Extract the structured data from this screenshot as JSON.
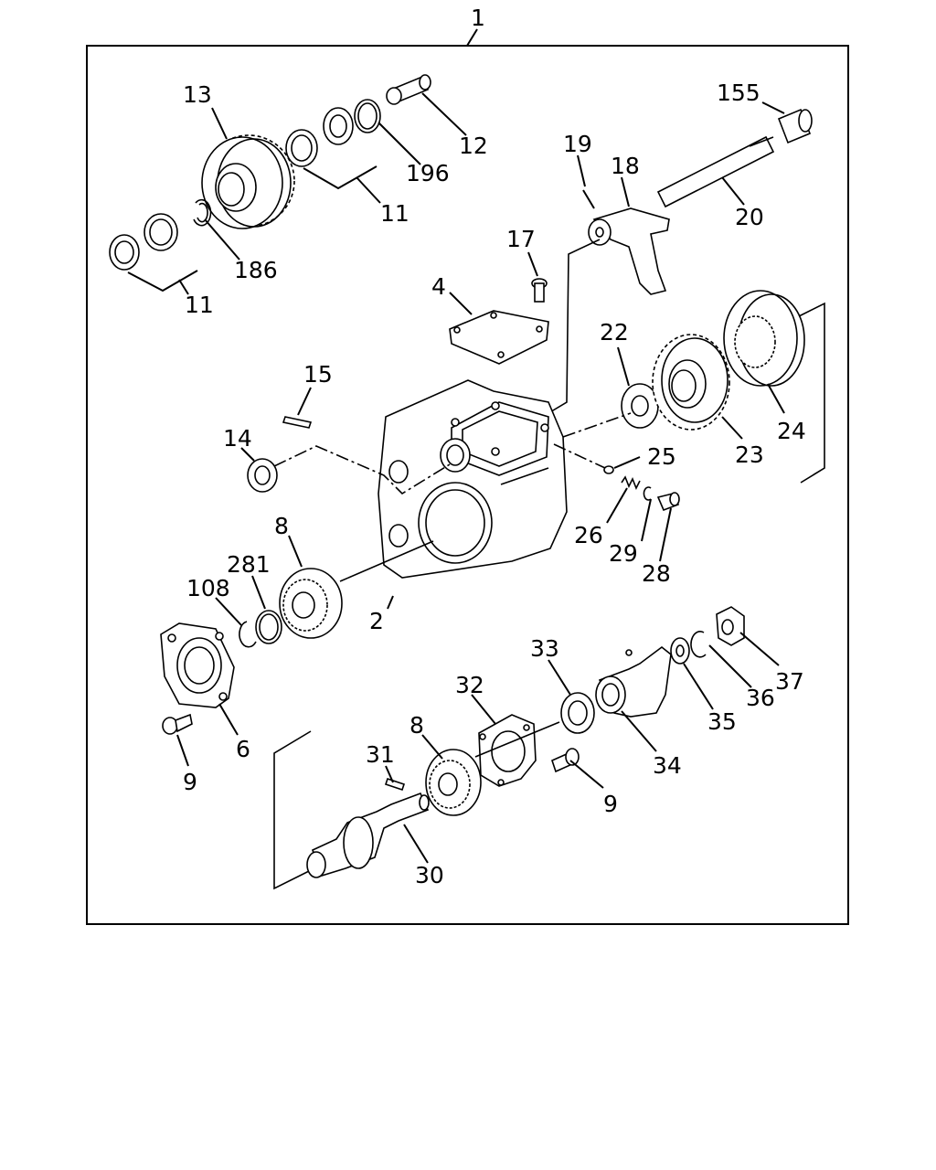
{
  "diagram": {
    "assembly_number": "1",
    "callouts": {
      "c2": "2",
      "c4": "4",
      "c6": "6",
      "c8a": "8",
      "c8b": "8",
      "c9a": "9",
      "c9b": "9",
      "c11a": "11",
      "c11b": "11",
      "c12": "12",
      "c13": "13",
      "c14": "14",
      "c15": "15",
      "c17": "17",
      "c18": "18",
      "c19": "19",
      "c20": "20",
      "c22": "22",
      "c23": "23",
      "c24": "24",
      "c25": "25",
      "c26": "26",
      "c28": "28",
      "c29": "29",
      "c30": "30",
      "c31": "31",
      "c32": "32",
      "c33": "33",
      "c34": "34",
      "c35": "35",
      "c36": "36",
      "c37": "37",
      "c108": "108",
      "c155": "155",
      "c186": "186",
      "c196": "196",
      "c281": "281"
    }
  }
}
